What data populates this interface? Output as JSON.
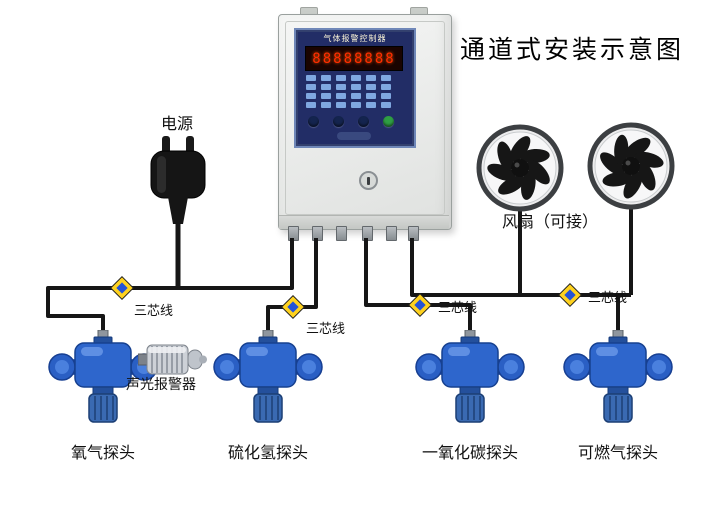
{
  "title": "通道式安装示意图",
  "controller": {
    "panel_title": "气体报警控制器",
    "display": "88888888"
  },
  "power_label": "电源",
  "fan_label": "风扇（可接）",
  "alarm_label": "声光报警器",
  "wire_tags": [
    "三芯线",
    "三芯线",
    "三芯线",
    "三芯线"
  ],
  "detector_labels": [
    "氧气探头",
    "硫化氢探头",
    "一氧化碳探头",
    "可燃气探头"
  ],
  "colors": {
    "detector_blue": "#2e66cc",
    "panel_blue": "#222d66",
    "led_red": "#ff2d00",
    "diamond_yellow": "#ffd21e",
    "diamond_blue": "#2453d6",
    "wire_black": "#161616"
  }
}
